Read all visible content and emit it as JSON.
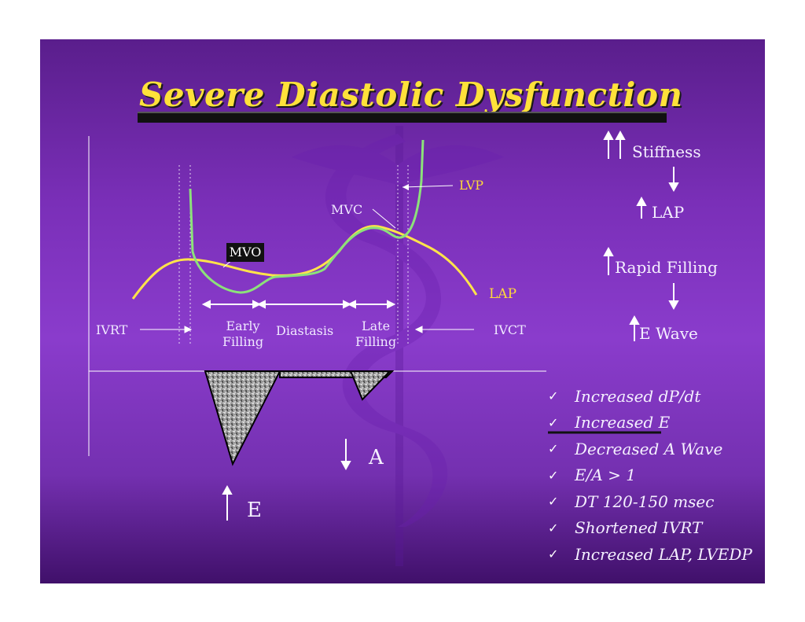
{
  "title": "Severe Diastolic Dysfunction",
  "curve_labels": {
    "lvp": "LVP",
    "lap": "LAP",
    "mvc": "MVC",
    "mvo": "MVO"
  },
  "phases": {
    "ivrt": "IVRT",
    "early_filling": [
      "Early",
      "Filling"
    ],
    "diastasis": "Diastasis",
    "late_filling": [
      "Late",
      "Filling"
    ],
    "ivct": "IVCT"
  },
  "waves": {
    "e": "E",
    "a": "A"
  },
  "cascade": [
    "Stiffness",
    "LAP",
    "Rapid Filling",
    "E Wave"
  ],
  "findings": [
    "Increased dP/dt",
    "Increased E",
    "Decreased A Wave",
    "E/A > 1",
    "DT 120-150 msec",
    "Shortened IVRT",
    "Increased LAP, LVEDP"
  ],
  "colors": {
    "lvp_curve": "#8ce27a",
    "lap_curve": "#ffe34a",
    "title": "#ffe13a",
    "background": "#7a2fb8"
  }
}
